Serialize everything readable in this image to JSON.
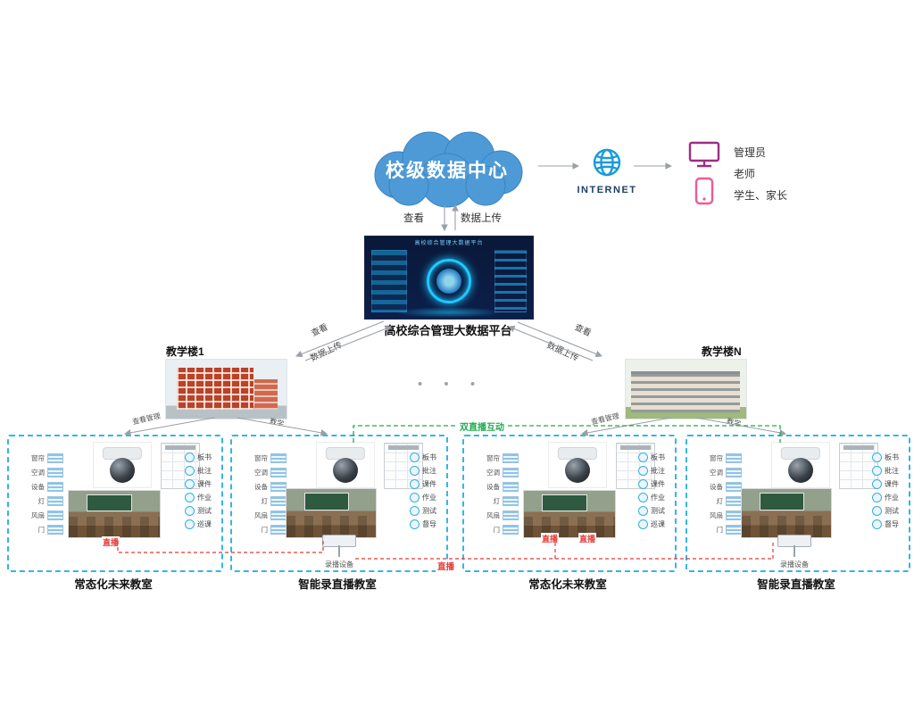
{
  "cloud": {
    "label": "校级数据中心"
  },
  "internet": {
    "label": "INTERNET"
  },
  "users": {
    "admin": "管理员",
    "teacher": "老师",
    "student": "学生、家长"
  },
  "cloud_links": {
    "view": "查看",
    "upload": "数据上传"
  },
  "platform": {
    "screen_title": "高校综合管理大数据平台",
    "caption": "高校综合管理大数据平台",
    "link_view": "查看",
    "link_upload": "数据上传"
  },
  "buildings": {
    "b1": "教学楼1",
    "bn": "教学楼N",
    "ellipsis": "•  •  •",
    "link_manage": "查看管理",
    "link_teach": "教学"
  },
  "links": {
    "live": "直播",
    "dual_live": "双直播互动"
  },
  "groups": [
    {
      "label": "常态化未来教室",
      "devices": [
        "窗帘",
        "空调",
        "设备",
        "灯",
        "风扇",
        "门"
      ],
      "features": [
        "板书",
        "批注",
        "课件",
        "作业",
        "测试",
        "巡课"
      ],
      "live_tag": "直播"
    },
    {
      "label": "智能录直播教室",
      "devices": [
        "窗帘",
        "空调",
        "设备",
        "灯",
        "风扇",
        "门"
      ],
      "features": [
        "板书",
        "批注",
        "课件",
        "作业",
        "测试",
        "督导"
      ],
      "recorder": "录播设备"
    },
    {
      "label": "常态化未来教室",
      "devices": [
        "窗帘",
        "空调",
        "设备",
        "灯",
        "风扇",
        "门"
      ],
      "features": [
        "板书",
        "批注",
        "课件",
        "作业",
        "测试",
        "巡课"
      ],
      "live_tag": "直播",
      "live_tag2": "直播"
    },
    {
      "label": "智能录直播教室",
      "devices": [
        "窗帘",
        "空调",
        "设备",
        "灯",
        "风扇",
        "门"
      ],
      "features": [
        "板书",
        "批注",
        "课件",
        "作业",
        "测试",
        "督导"
      ],
      "recorder": "录播设备"
    }
  ]
}
